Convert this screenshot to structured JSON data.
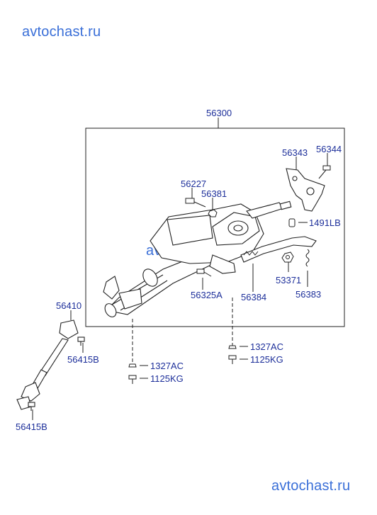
{
  "watermark": {
    "top": "avtochast.ru",
    "middle": "avtochast.ru",
    "bottom": "avtochast.ru"
  },
  "colors": {
    "watermark": "#3a6fd8",
    "label": "#1d2f9a",
    "line": "#222222"
  },
  "labels": {
    "p56300": "56300",
    "p56343": "56343",
    "p56344": "56344",
    "p56227": "56227",
    "p56381": "56381",
    "p1491lb": "1491LB",
    "p53371": "53371",
    "p56383": "56383",
    "p56384": "56384",
    "p56325a": "56325A",
    "p56410": "56410",
    "p56415b_top": "56415B",
    "p56415b_bottom": "56415B",
    "p1327ac_right": "1327AC",
    "p1125kg_right": "1125KG",
    "p1327ac_left": "1327AC",
    "p1125kg_left": "1125KG"
  },
  "icons": [
    "steering-column-assembly",
    "intermediate-shaft",
    "bracket",
    "bolt",
    "nut",
    "spring",
    "tilt-lever"
  ]
}
